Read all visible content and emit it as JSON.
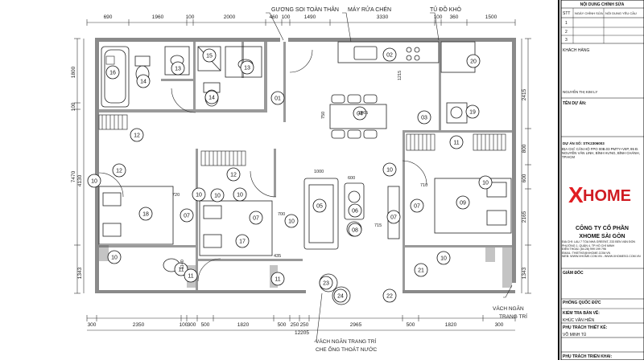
{
  "dimensions": {
    "top": [
      "690",
      "1960",
      "100",
      "2000",
      "460",
      "100",
      "1490",
      "3330",
      "100",
      "360",
      "1500"
    ],
    "bottom": [
      "300",
      "2350",
      "100",
      "300",
      "500",
      "1820",
      "500",
      "250",
      "250",
      "2965",
      "500",
      "1820",
      "300"
    ],
    "bottom_total": "12205",
    "left": [
      "1800",
      "100",
      "4130",
      "7470",
      "1343"
    ],
    "right": [
      "2415",
      "800",
      "600",
      "2165",
      "1343"
    ],
    "inner": [
      "1000",
      "600",
      "720",
      "700",
      "710",
      "715",
      "1215",
      "750",
      "2965",
      "435",
      "1140"
    ]
  },
  "callouts": {
    "mirror": "GƯƠNG SOI TOÀN THÂN",
    "sink": "MÁY RỬA CHÉN",
    "cabinet": "TỦ ĐỒ KHÔ",
    "partition_right": "VÁCH NGĂN\nTRANG TRÍ",
    "partition_bottom": "VÁCH NGĂN TRANG TRÍ\nCHE ỐNG THOÁT NƯỚC"
  },
  "room_tags": [
    "16",
    "14",
    "13",
    "15",
    "13",
    "14",
    "01",
    "02",
    "03",
    "04",
    "05",
    "06",
    "07",
    "07",
    "07",
    "07",
    "08",
    "09",
    "10",
    "10",
    "10",
    "10",
    "10",
    "10",
    "10",
    "10",
    "10",
    "11",
    "11",
    "11",
    "11",
    "12",
    "12",
    "12",
    "17",
    "18",
    "19",
    "20",
    "21",
    "22",
    "23",
    "24"
  ],
  "titleblock": {
    "revision_title": "NỘI DUNG CHỈNH SỬA",
    "rev_headers": [
      "STT",
      "NGÀY CHỈNH SỬA",
      "NỘI DUNG YÊU CẦU"
    ],
    "rev_rows": [
      "1",
      "2",
      "3"
    ],
    "client_label": "KHÁCH HÀNG",
    "client_name": "NGUYỄN THỊ KIM LY",
    "project_label": "TÊN DỰ ÁN:",
    "project_no": "DỰ ÁN SỐ: STK2306003",
    "address": "ĐỊA CHỈ: CĂN HỘ FPO 00B.03 PMTY+VIIP, 95 Đ. NGUYỄN VĂN LINH, BÌNH HƯNG, BÌNH CHÁNH, TP.HCM",
    "logo": "XHOME",
    "company_line1": "CÔNG TY CỔ PHẦN",
    "company_line2": "XHOME SÀI GÒN",
    "company_info": [
      "ĐỊA CHỈ: LẦU 7 TÒA NHÀ GREENT, 233 BẾN VÂN ĐỒN PHƯỜNG 1, QUẬN 4, TP HỒ CHÍ MINH",
      "ĐIỆN THOẠI: (84.28) 999 199 796",
      "EMAIL: THIETKE@XHOME.COM.VN",
      "WEB: WWW.XHOME.COM.VN - WWW.XHOMESG.COM.VN"
    ],
    "director_label": "GIÁM ĐỐC",
    "vice_director_label": "PHÓNG QUỐC ĐỨC",
    "checker_label": "KIỂM TRA BẢN VẼ:",
    "checker_name": "KHÚC VĂN HIỀN",
    "designer_label": "PHỤ TRÁCH THIẾT KẾ:",
    "designer_name": "VÕ MINH TÚ",
    "deploy_label": "PHỤ TRÁCH TRIỂN KHAI:"
  }
}
